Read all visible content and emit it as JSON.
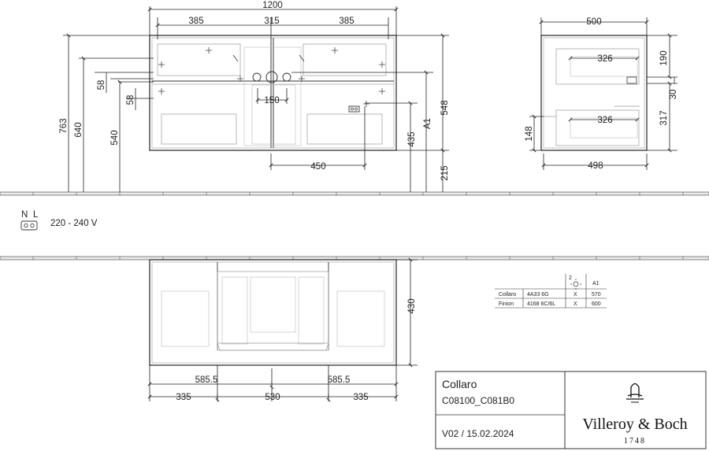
{
  "front_view": {
    "total_width": "1200",
    "top_segments": [
      "385",
      "315",
      "385"
    ],
    "height_total": "763",
    "height_640": "640",
    "height_540": "540",
    "offset_58_upper": "58",
    "offset_58_lower": "58",
    "siphon_width": "150",
    "socket_offset": "450",
    "dim_435": "435",
    "dim_a1": "A1",
    "dim_548": "548",
    "dim_215": "215"
  },
  "side_view": {
    "depth_top": "500",
    "drawer_upper": "326",
    "drawer_lower": "326",
    "depth_bottom": "498",
    "height_148": "148",
    "height_190": "190",
    "height_30": "30",
    "height_317": "317"
  },
  "electrical": {
    "neutral": "N",
    "live": "L",
    "voltage": "220 - 240 V"
  },
  "plan_view": {
    "depth_430": "430",
    "half_left": "585.5",
    "half_right": "585.5",
    "seg_left": "335",
    "seg_mid": "530",
    "seg_right": "335"
  },
  "a1_table": {
    "header_icon_number": "2",
    "header_a1": "A1",
    "rows": [
      {
        "name": "Collaro",
        "code": "4A33 6G",
        "mark": "X",
        "a1": "570"
      },
      {
        "name": "Finion",
        "code": "4168 6C/6L",
        "mark": "X",
        "a1": "600"
      }
    ]
  },
  "title_block": {
    "product": "Collaro",
    "article": "C08100_C081B0",
    "version": "V02 / 15.02.2024",
    "brand": "Villeroy & Boch",
    "year": "1748"
  }
}
